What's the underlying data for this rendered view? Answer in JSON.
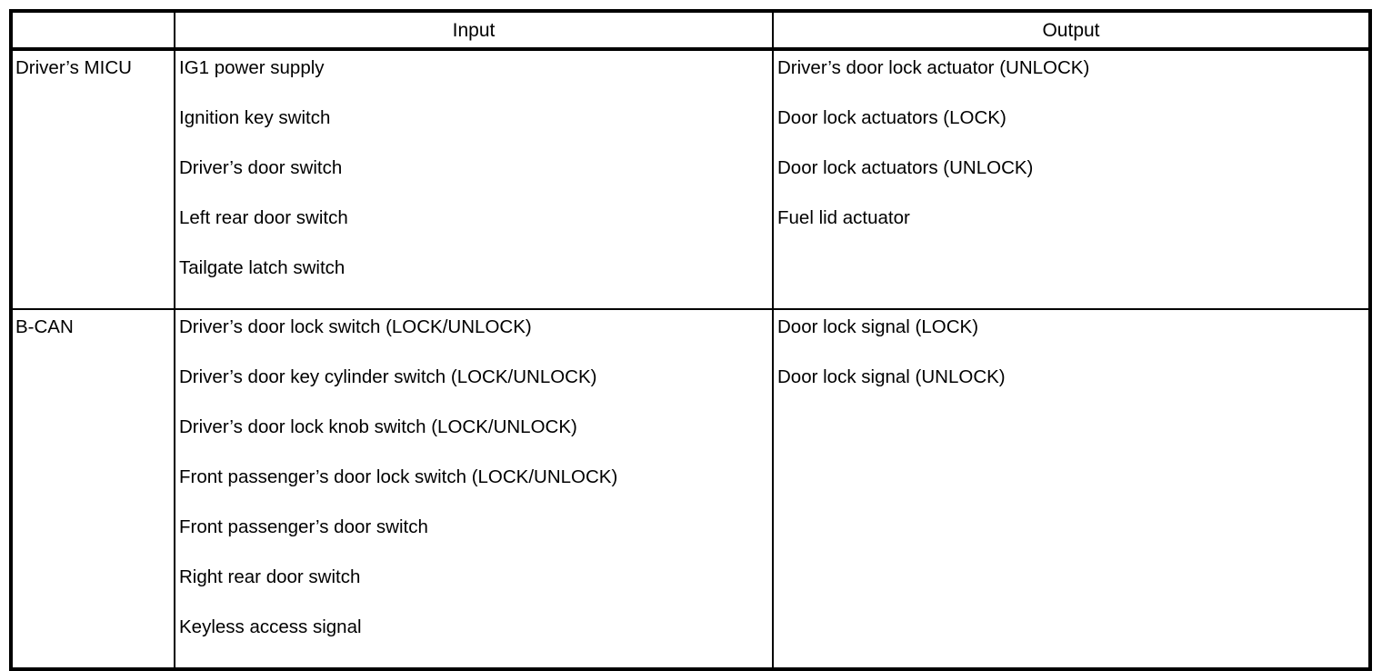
{
  "document": {
    "type": "input-output-reference-table",
    "background_color": "#ffffff",
    "text_color": "#000000",
    "border_color": "#000000"
  },
  "table": {
    "headers": {
      "system": "",
      "input": "Input",
      "output": "Output"
    },
    "rows": [
      {
        "system": "Driver’s MICU",
        "inputs": [
          "IG1 power supply",
          "Ignition key switch",
          "Driver’s door switch",
          "Left rear door switch",
          "Tailgate latch switch"
        ],
        "outputs": [
          "Driver’s door lock actuator (UNLOCK)",
          "Door lock actuators (LOCK)",
          "Door lock actuators (UNLOCK)",
          "Fuel lid actuator"
        ]
      },
      {
        "system": "B-CAN",
        "inputs": [
          "Driver’s door lock switch (LOCK/UNLOCK)",
          "Driver’s door key cylinder switch (LOCK/UNLOCK)",
          "Driver’s door lock knob switch (LOCK/UNLOCK)",
          "Front passenger’s door lock switch (LOCK/UNLOCK)",
          "Front passenger’s door switch",
          "Right rear door switch",
          "Keyless access signal"
        ],
        "outputs": [
          "Door lock signal (LOCK)",
          "Door lock signal (UNLOCK)"
        ]
      }
    ]
  }
}
